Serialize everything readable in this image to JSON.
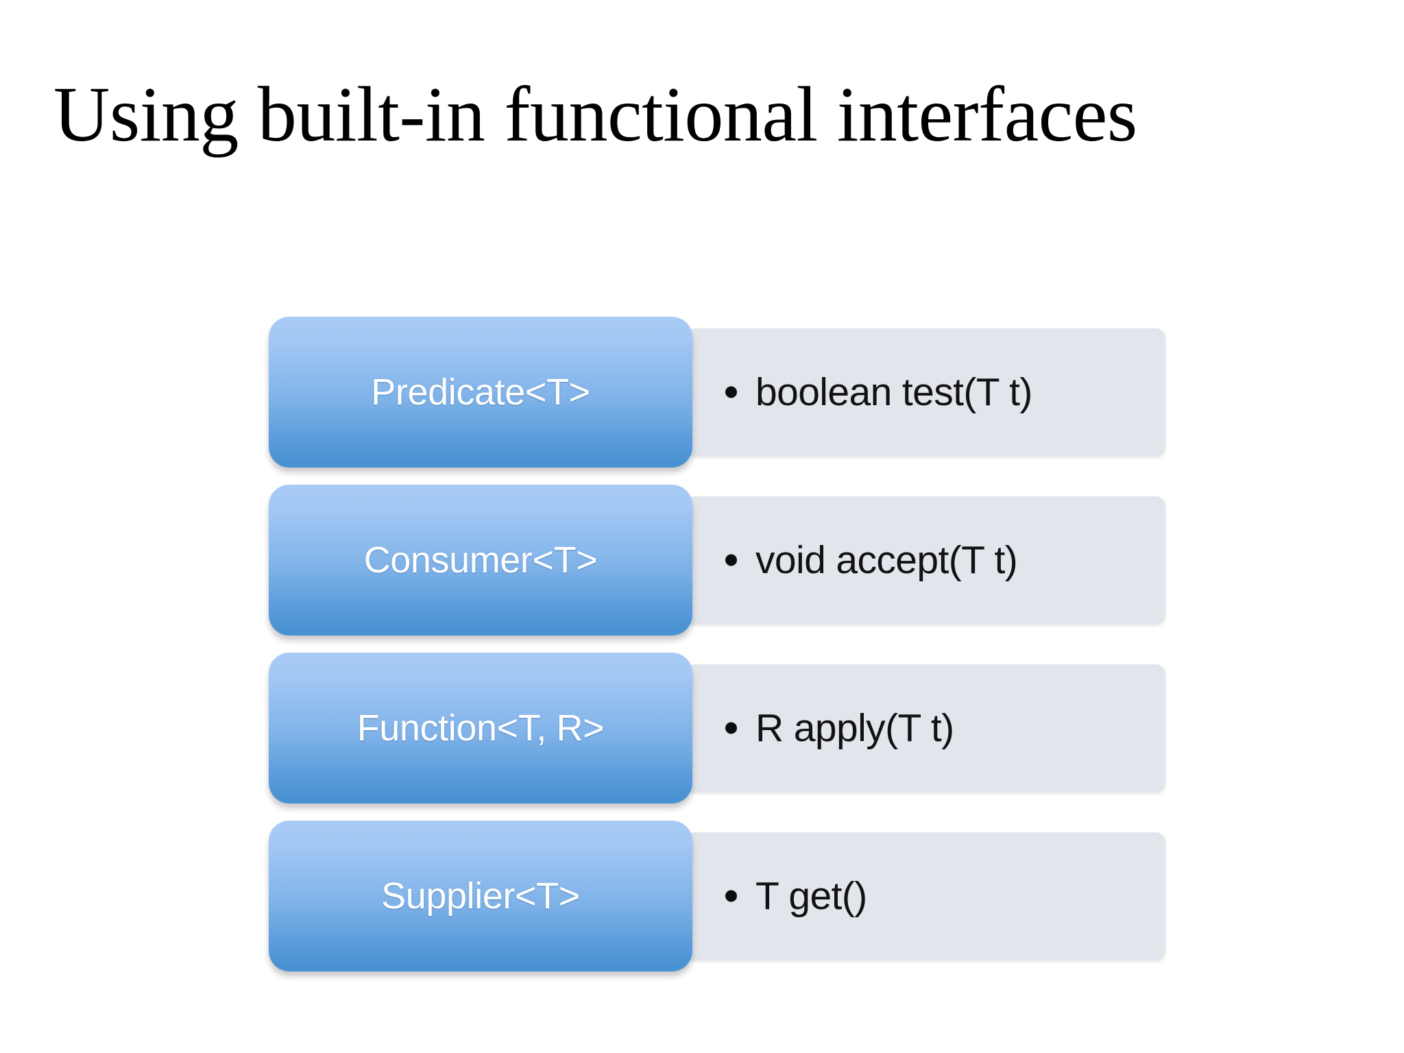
{
  "slide": {
    "title": "Using built-in functional interfaces",
    "background_color": "#ffffff",
    "title_color": "#000000"
  },
  "theme": {
    "box_gradient_top": "#a9ccf6",
    "box_gradient_bottom": "#4790d2",
    "box_label_color": "#ffffff",
    "panel_background": "#e3e5ed",
    "panel_text_color": "#121212",
    "bullet_color": "#0d0d0d"
  },
  "diagram": {
    "rows": [
      {
        "interface": "Predicate<T>",
        "method": "boolean test(T t)",
        "bullet": "•"
      },
      {
        "interface": "Consumer<T>",
        "method": "void accept(T t)",
        "bullet": "•"
      },
      {
        "interface": "Function<T, R>",
        "method": "R apply(T t)",
        "bullet": "•"
      },
      {
        "interface": "Supplier<T>",
        "method": "T get()",
        "bullet": "•"
      }
    ]
  }
}
